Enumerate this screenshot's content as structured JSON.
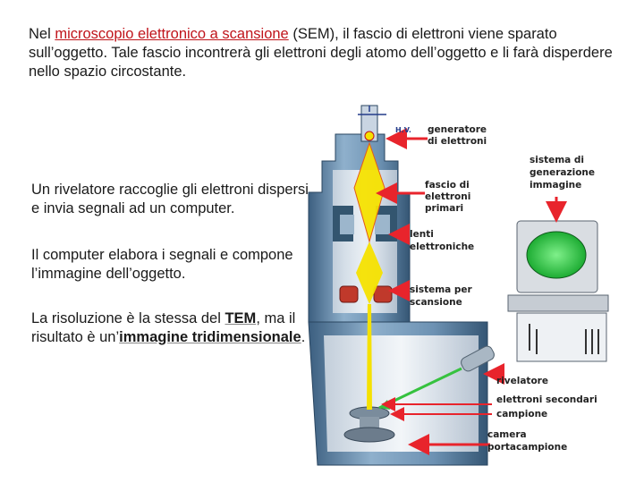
{
  "intro": {
    "prefix": "Nel ",
    "term": "microscopio elettronico a scansione",
    "abbr": " (SEM),",
    "rest": " il fascio di elettroni viene sparato sull’oggetto. Tale fascio incontrerà gli elettroni degli atomo dell’oggetto e li farà disperdere nello spazio circostante."
  },
  "bullets": {
    "b1": "Un rivelatore raccoglie gli elettroni dispersi e invia segnali ad un computer.",
    "b2": "Il computer elabora i segnali e compone l’immagine dell’oggetto.",
    "b3_prefix": "La risoluzione è la stessa del ",
    "b3_tem": "TEM",
    "b3_mid": ", ma il risultato è un’",
    "b3_bold": "immagine tridimensionale",
    "b3_end": "."
  },
  "diagram": {
    "hv": "H.V.",
    "generatore": [
      "generatore",
      "di elettroni"
    ],
    "fascio": [
      "fascio di",
      "elettroni",
      "primari"
    ],
    "sistema_gen": [
      "sistema di",
      "generazione",
      "immagine"
    ],
    "lenti": [
      "lenti",
      "elettroniche"
    ],
    "scansione": [
      "sistema per",
      "scansione"
    ],
    "rivelatore": "rivelatore",
    "secondari": "elettroni secondari",
    "campione": "campione",
    "camera": [
      "camera",
      "portacampione"
    ]
  },
  "colors": {
    "accent_red": "#c0141b",
    "beam_yellow": "#f5e100",
    "arrow_red": "#e8242c",
    "screen_green": "#2fd34a",
    "steel_blue": "#5f86a8"
  }
}
